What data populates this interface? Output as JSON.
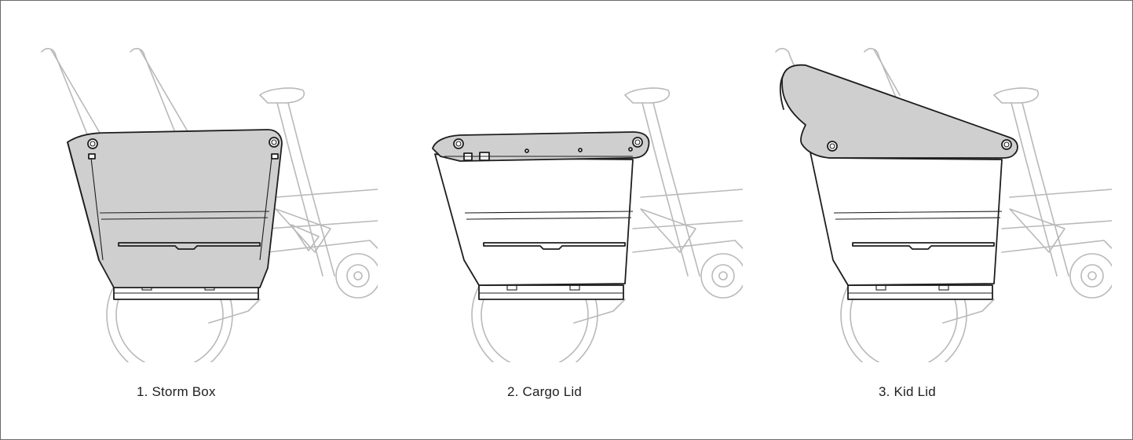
{
  "figure": {
    "options": [
      {
        "label": "1. Storm Box",
        "variant": "storm-box"
      },
      {
        "label": "2. Cargo Lid",
        "variant": "cargo-lid"
      },
      {
        "label": "3. Kid Lid",
        "variant": "kid-lid"
      }
    ]
  },
  "colors": {
    "cover_fill": "#cfcfcf",
    "outline": "#1e1e1e",
    "bike_line": "#b9b9b9",
    "border": "#6b6b6b"
  }
}
